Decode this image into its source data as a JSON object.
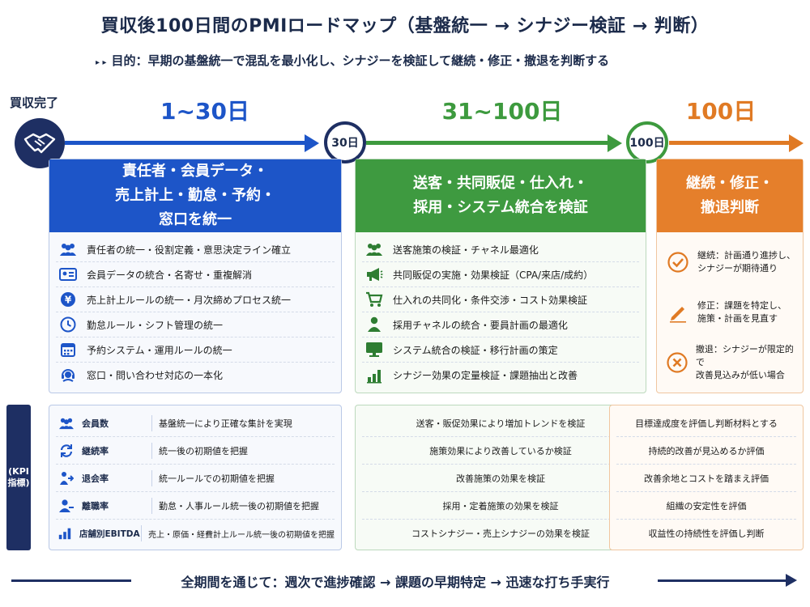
{
  "title": "買収後100日間のPMIロードマップ（基盤統一 → シナジー検証 → 判断）",
  "purpose": {
    "bullet": "▸ ▸",
    "text": "目的：早期の基盤統一で混乱を最小化し、シナジーを検証して継続・修正・撤退を判断する"
  },
  "start": {
    "label": "買収完了",
    "icon": "handshake-icon"
  },
  "milestones": {
    "m1": "30日",
    "m2": "100日"
  },
  "colors": {
    "blue": "#1d55c8",
    "green": "#3d9a3e",
    "orange": "#e07a24",
    "navy": "#1e2f63"
  },
  "phases": [
    {
      "label": "1~30日",
      "header": [
        "責任者・会員データ・",
        "売上計上・勤怠・予約・",
        "窓口を統一"
      ],
      "items": [
        {
          "icon": "people-icon",
          "text": "責任者の統一・役割定義・意思決定ライン確立"
        },
        {
          "icon": "id-card-icon",
          "text": "会員データの統合・名寄せ・重複解消"
        },
        {
          "icon": "yen-icon",
          "text": "売上計上ルールの統一・月次締めプロセス統一"
        },
        {
          "icon": "clock-icon",
          "text": "勤怠ルール・シフト管理の統一"
        },
        {
          "icon": "calendar-icon",
          "text": "予約システム・運用ルールの統一"
        },
        {
          "icon": "headset-icon",
          "text": "窓口・問い合わせ対応の一本化"
        }
      ]
    },
    {
      "label": "31~100日",
      "header": [
        "送客・共同販促・仕入れ・",
        "採用・システム統合を検証"
      ],
      "items": [
        {
          "icon": "group-icon",
          "text": "送客施策の検証・チャネル最適化"
        },
        {
          "icon": "megaphone-icon",
          "text": "共同販促の実施・効果検証（CPA/来店/成約）"
        },
        {
          "icon": "cart-icon",
          "text": "仕入れの共同化・条件交渉・コスト効果検証"
        },
        {
          "icon": "person-icon",
          "text": "採用チャネルの統合・要員計画の最適化"
        },
        {
          "icon": "monitor-icon",
          "text": "システム統合の検証・移行計画の策定"
        },
        {
          "icon": "bar-chart-icon",
          "text": "シナジー効果の定量検証・課題抽出と改善"
        }
      ]
    },
    {
      "label": "100日",
      "header": [
        "継続・修正・",
        "撤退判断"
      ],
      "items": [
        {
          "icon": "check-circle-icon",
          "line1": "継続：計画通り進捗し、",
          "line2": "シナジーが期待通り"
        },
        {
          "icon": "pencil-icon",
          "line1": "修正：課題を特定し、",
          "line2": "施策・計画を見直す"
        },
        {
          "icon": "x-circle-icon",
          "line1": "撤退：シナジーが限定的で",
          "line2": "改善見込みが低い場合"
        }
      ]
    }
  ],
  "kpi_label": "(KPI\n指標)",
  "kpis": [
    {
      "icon": "people-icon",
      "name": "会員数",
      "desc": "基盤統一により正確な集計を実現"
    },
    {
      "icon": "refresh-icon",
      "name": "継続率",
      "desc": "統一後の初期値を把握"
    },
    {
      "icon": "exit-icon",
      "name": "退会率",
      "desc": "統一ルールでの初期値を把握"
    },
    {
      "icon": "person-minus-icon",
      "name": "離職率",
      "desc": "勤怠・人事ルール統一後の初期値を把握"
    },
    {
      "icon": "bar-chart-icon",
      "name": "店舗別EBITDA",
      "desc": "売上・原価・経費計上ルール統一後の初期値を把握"
    }
  ],
  "kpi_green": [
    "送客・販促効果により増加トレンドを検証",
    "施策効果により改善しているか検証",
    "改善施策の効果を検証",
    "採用・定着施策の効果を検証",
    "コストシナジー・売上シナジーの効果を検証"
  ],
  "kpi_orange": [
    "目標達成度を評価し判断材料とする",
    "持続的改善が見込めるか評価",
    "改善余地とコストを踏まえ評価",
    "組織の安定性を評価",
    "収益性の持続性を評価し判断"
  ],
  "footer": "全期間を通じて：週次で進捗確認 → 課題の早期特定 → 迅速な打ち手実行"
}
